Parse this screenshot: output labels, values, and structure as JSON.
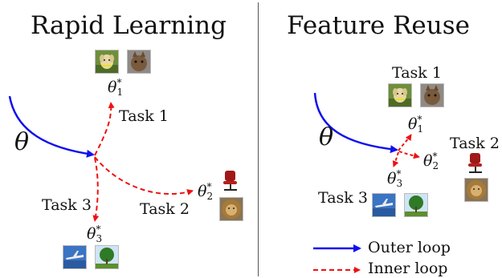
{
  "panels": {
    "left": {
      "title": "Rapid Learning",
      "theta": "θ",
      "task1": "Task 1",
      "task2": "Task 2",
      "task3": "Task 3"
    },
    "right": {
      "title": "Feature Reuse",
      "theta": "θ",
      "task1": "Task 1",
      "task2": "Task 2",
      "task3": "Task 3"
    }
  },
  "params": {
    "star": "*",
    "sub1": "1",
    "sub2": "2",
    "sub3": "3"
  },
  "legend": {
    "outer_label": "Outer loop",
    "inner_label": "Inner loop"
  },
  "colors": {
    "outer_loop": "#1010ee",
    "inner_loop": "#ee1111"
  },
  "icons": [
    "dog-photo-icon",
    "cat-photo-icon",
    "office-chair-icon",
    "lion-photo-icon",
    "airplane-photo-icon",
    "tree-photo-icon"
  ]
}
